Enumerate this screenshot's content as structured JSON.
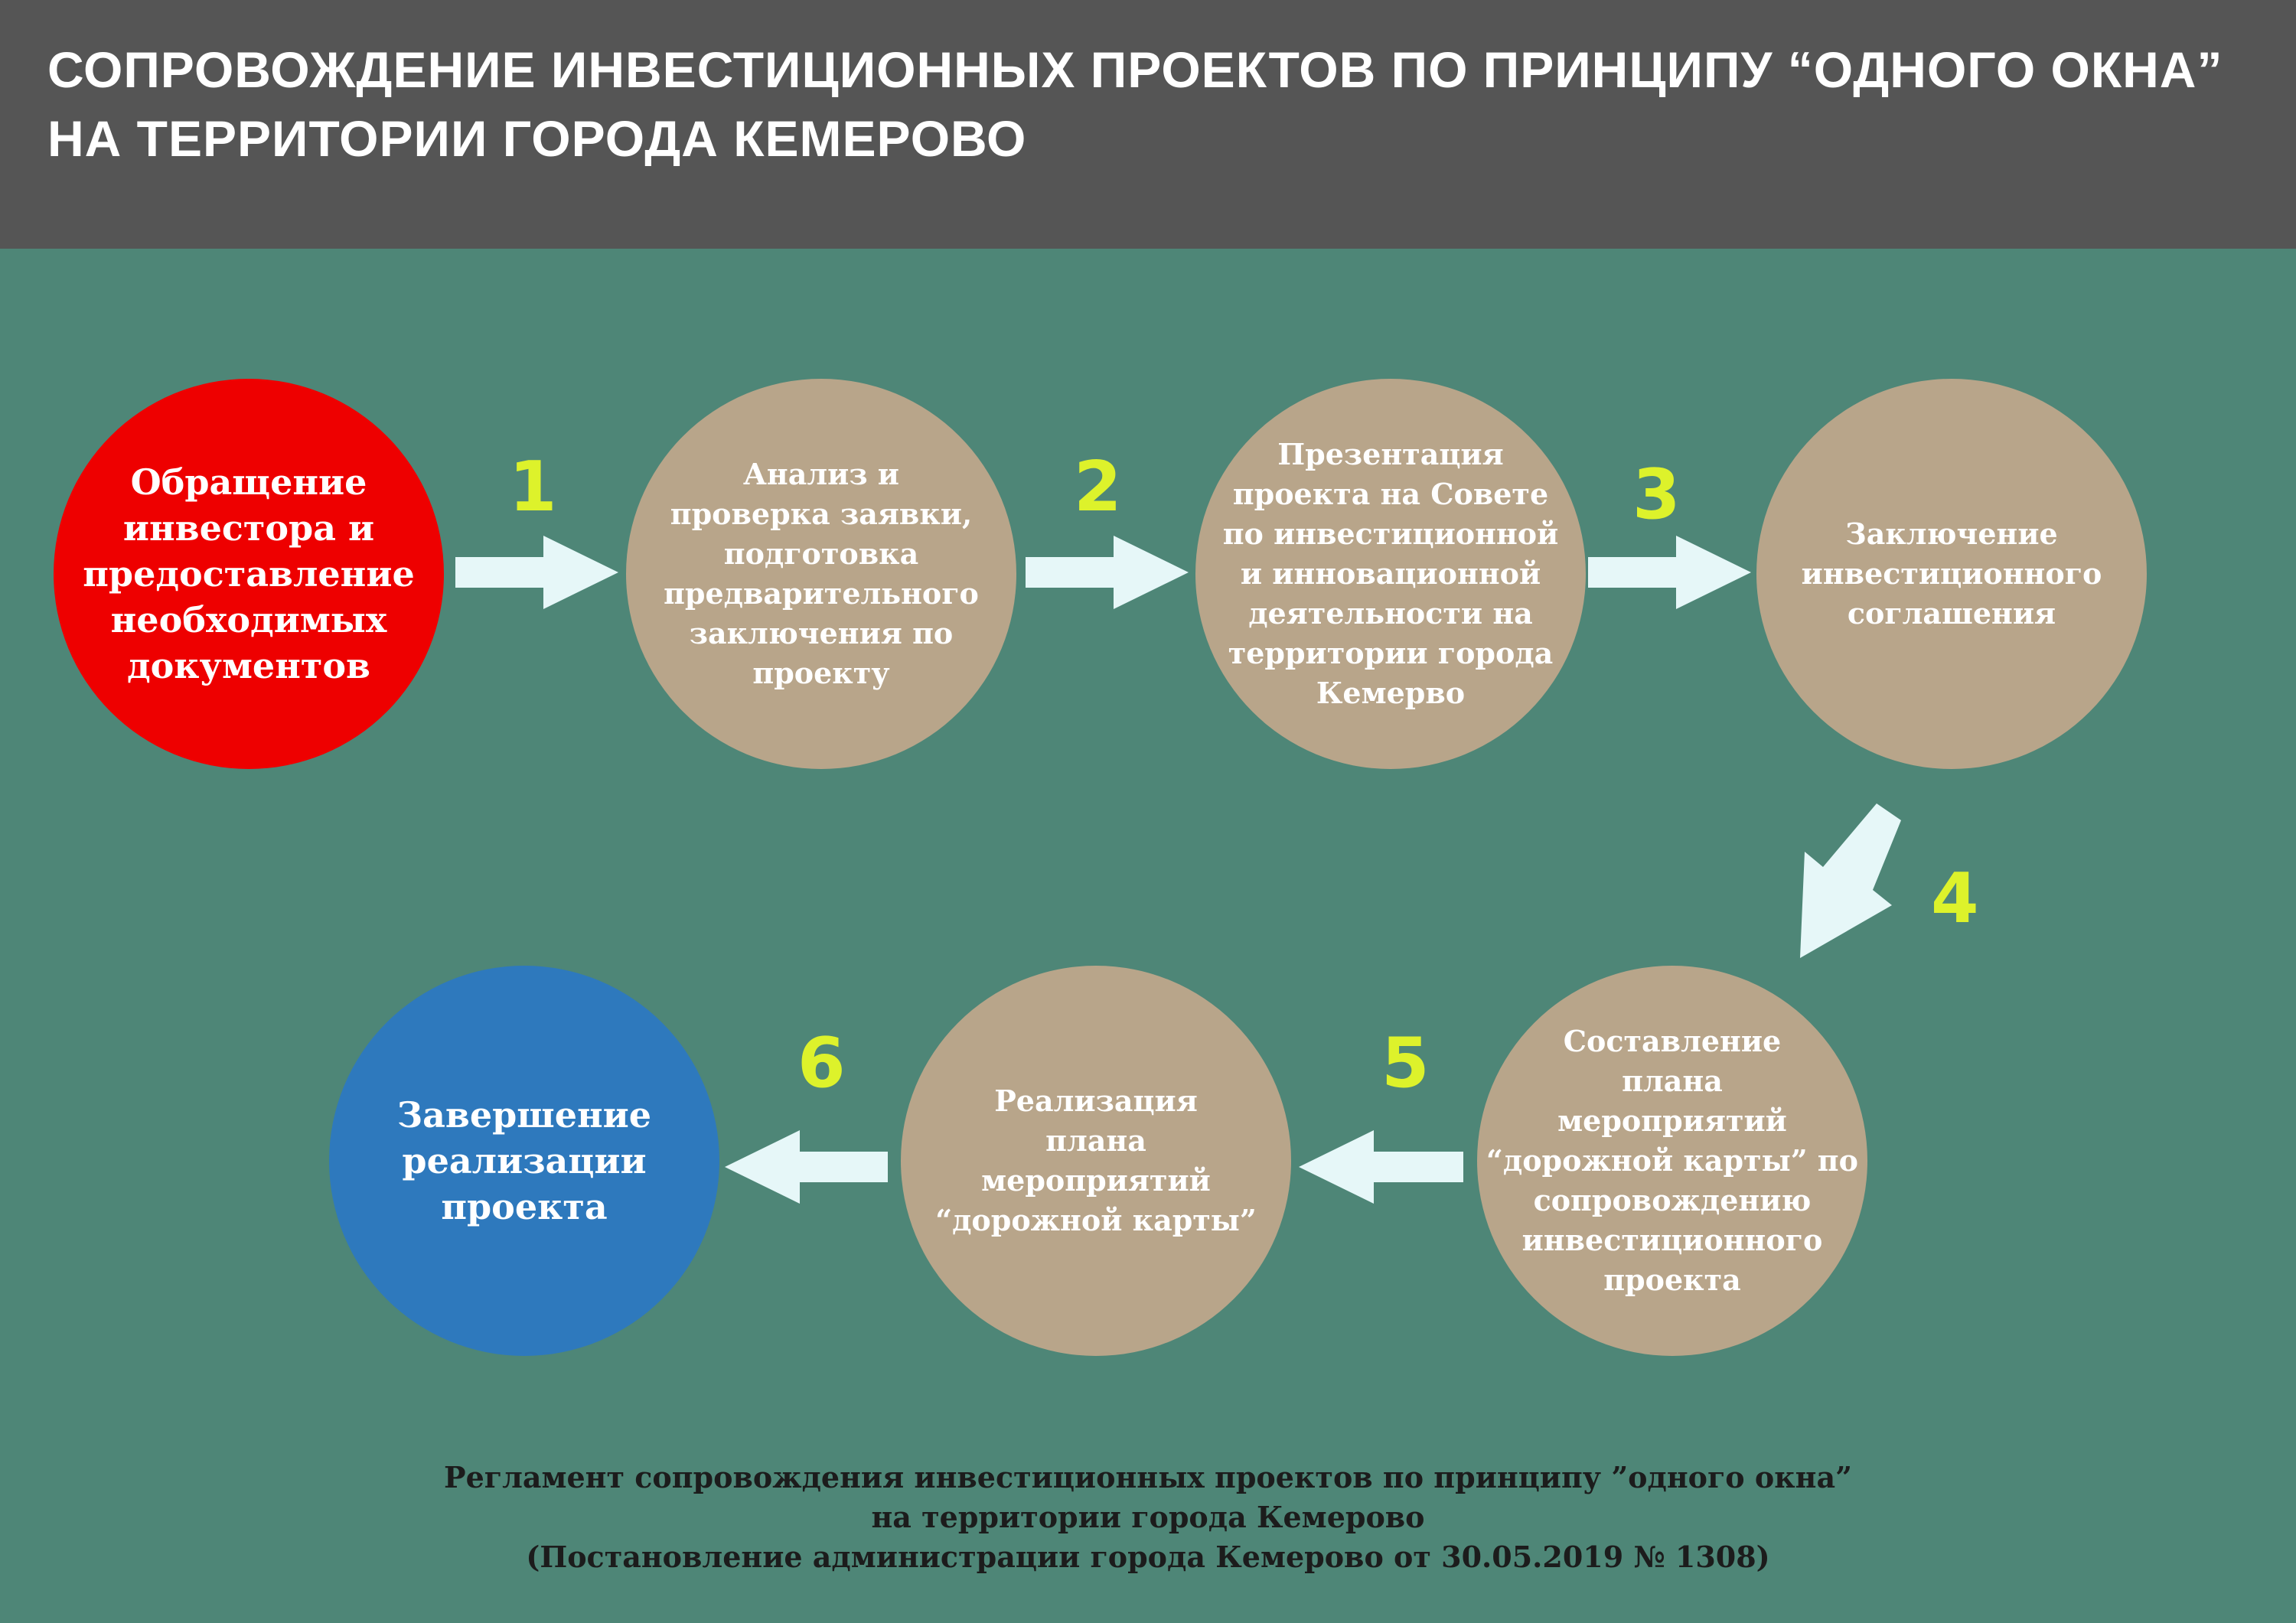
{
  "header": {
    "title_line1": "СОПРОВОЖДЕНИЕ ИНВЕСТИЦИОННЫХ ПРОЕКТОВ ПО ПРИНЦИПУ “ОДНОГО ОКНА”",
    "title_line2": "НА ТЕРРИТОРИИ ГОРОДА КЕМЕРОВО"
  },
  "steps": [
    {
      "lines": [
        "Обращение",
        "инвестора и",
        "предоставление",
        "необходимых",
        "документов"
      ]
    },
    {
      "lines": [
        "Анализ и",
        "проверка заявки,",
        "подготовка",
        "предварительного",
        "заключения по",
        "проекту"
      ]
    },
    {
      "lines": [
        "Презентация",
        "проекта на Совете",
        "по инвестиционной",
        "и инновационной",
        "деятельности на",
        "территории города",
        "Кемерво"
      ]
    },
    {
      "lines": [
        "Заключение",
        "инвестиционного",
        "соглашения"
      ]
    },
    {
      "lines": [
        "Составление",
        "плана",
        "мероприятий",
        "“дорожной карты” по",
        "сопровождению",
        "инвестиционного",
        "проекта"
      ]
    },
    {
      "lines": [
        "Реализация",
        "плана",
        "мероприятий",
        "“дорожной карты”"
      ]
    },
    {
      "lines": [
        "Завершение",
        "реализации",
        "проекта"
      ]
    }
  ],
  "numbers": [
    "1",
    "2",
    "3",
    "4",
    "5",
    "6"
  ],
  "footer": {
    "line1": "Регламент сопровождения инвестиционных проектов по принципу ”одного окна”",
    "line2": "на территории города Кемерово",
    "line3": "(Постановление администрации города Кемерово от 30.05.2019 № 1308)"
  },
  "colors": {
    "background": "#4e8677",
    "header": "#555555",
    "start_circle": "#ee0000",
    "step_circle": "#b8a58a",
    "end_circle": "#2e79bd",
    "number": "#ddf22b",
    "arrow": "#e6f7f8"
  }
}
